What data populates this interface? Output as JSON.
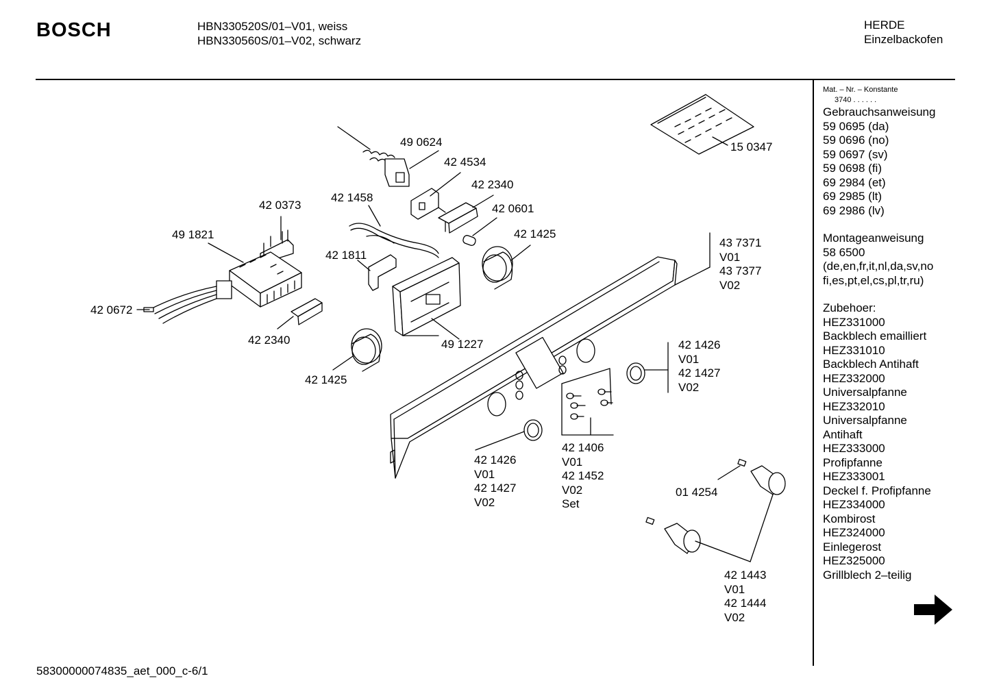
{
  "header": {
    "brand": "BOSCH",
    "models": [
      "HBN330520S/01–V01, weiss",
      "HBN330560S/01–V02, schwarz"
    ],
    "category": [
      "HERDE",
      "Einzelbackofen"
    ]
  },
  "sidebar": {
    "mat_label": "Mat. – Nr. – Konstante",
    "mat_code": "3740 . . . . . .",
    "sections": [
      [
        "Gebrauchsanweisung",
        "59 0695 (da)",
        "59 0696 (no)",
        "59 0697 (sv)",
        "59 0698 (fi)",
        "69 2984 (et)",
        "69 2985 (lt)",
        "69 2986 (lv)"
      ],
      [
        "Montageanweisung",
        "58 6500",
        "(de,en,fr,it,nl,da,sv,no",
        "fi,es,pt,el,cs,pl,tr,ru)"
      ],
      [
        "Zubehoer:",
        "HEZ331000",
        "Backblech emailliert",
        "HEZ331010",
        "Backblech Antihaft",
        "HEZ332000",
        "Universalpfanne",
        "HEZ332010",
        "Universalpfanne",
        "Antihaft",
        "HEZ333000",
        "Profipfanne",
        "HEZ333001",
        "Deckel f. Profipfanne",
        "HEZ334000",
        "Kombirost",
        "HEZ324000",
        "Einlegerost",
        "HEZ325000",
        "Grillblech 2–teilig"
      ]
    ]
  },
  "part_labels": [
    {
      "lines": [
        "15 0347"
      ]
    },
    {
      "lines": [
        "49 0624"
      ]
    },
    {
      "lines": [
        "42 4534"
      ]
    },
    {
      "lines": [
        "42 2340"
      ]
    },
    {
      "lines": [
        "42 0601"
      ]
    },
    {
      "lines": [
        "42 1458"
      ]
    },
    {
      "lines": [
        "42 0373"
      ]
    },
    {
      "lines": [
        "49 1821"
      ]
    },
    {
      "lines": [
        "42 1425"
      ]
    },
    {
      "lines": [
        "42 1811"
      ]
    },
    {
      "lines": [
        "43 7371",
        "V01",
        "43 7377",
        "V02"
      ]
    },
    {
      "lines": [
        "42 0672"
      ]
    },
    {
      "lines": [
        "42 2340"
      ]
    },
    {
      "lines": [
        "49 1227"
      ]
    },
    {
      "lines": [
        "42 1426",
        "V01",
        "42 1427",
        "V02"
      ]
    },
    {
      "lines": [
        "42 1425"
      ]
    },
    {
      "lines": [
        "42 1426",
        "V01",
        "42 1427",
        "V02"
      ]
    },
    {
      "lines": [
        "42 1406",
        "V01",
        "42 1452",
        "V02",
        "Set"
      ]
    },
    {
      "lines": [
        "01 4254"
      ]
    },
    {
      "lines": [
        "42 1443",
        "V01",
        "42 1444",
        "V02"
      ]
    }
  ],
  "footer": {
    "code": "58300000074835_aet_000_c-6/1"
  },
  "icons": {
    "next_page": "arrow-right-icon"
  }
}
